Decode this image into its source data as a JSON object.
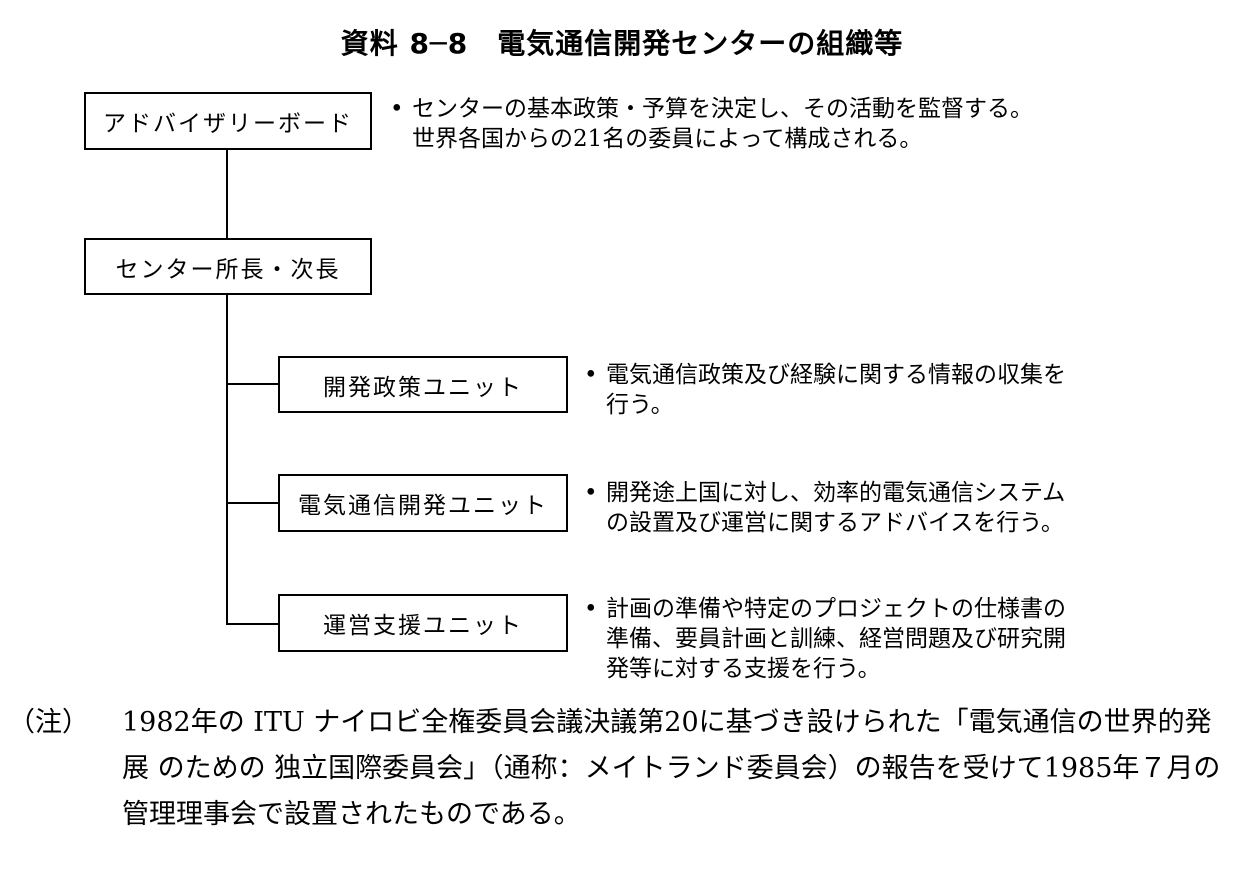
{
  "title": "資料 8─8　電気通信開発センターの組織等",
  "nodes": {
    "advisory_board": {
      "label": "アドバイザリーボード",
      "description": [
        "センターの基本政策・予算を決定し、その活動を監督する。",
        "世界各国からの21名の委員によって構成される。"
      ]
    },
    "director": {
      "label": "センター所長・次長"
    },
    "policy_unit": {
      "label": "開発政策ユニット",
      "description": [
        "電気通信政策及び経験に関する情報の収集を",
        "行う。"
      ]
    },
    "telecom_unit": {
      "label": "電気通信開発ユニット",
      "description": [
        "開発途上国に対し、効率的電気通信システム",
        "の設置及び運営に関するアドバイスを行う。"
      ]
    },
    "support_unit": {
      "label": "運営支援ユニット",
      "description": [
        "計画の準備や特定のプロジェクトの仕様書の",
        "準備、要員計画と訓練、経営問題及び研究開",
        "発等に対する支援を行う。"
      ]
    }
  },
  "bullet": "•",
  "note": {
    "label": "（注）",
    "text": "1982年の ITU ナイロビ全権委員会議決議第20に基づき設けられた「電気通信の世界的発展 のための 独立国際委員会」（通称：メイトランド委員会）の報告を受けて1985年７月の管理理事会で設置されたものである。"
  }
}
